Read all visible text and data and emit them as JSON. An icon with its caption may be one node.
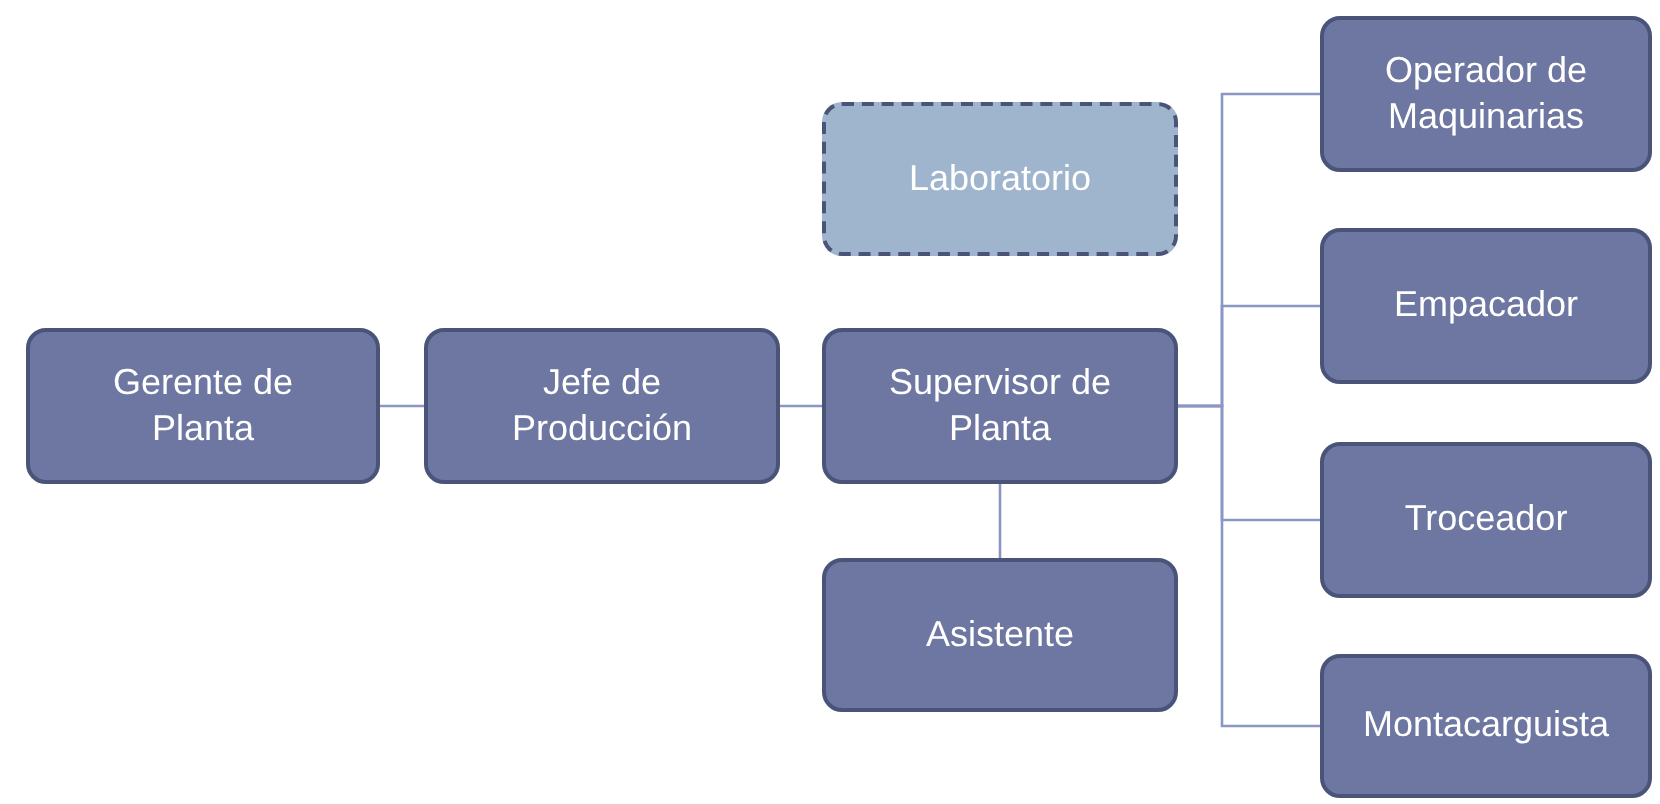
{
  "diagram": {
    "nodes": [
      {
        "text": [
          "Gerente de Planta"
        ]
      },
      {
        "text": [
          "Jefe de Producción"
        ]
      },
      {
        "text": [
          "Laboratorio"
        ]
      },
      {
        "text": [
          "Supervisor de Planta"
        ]
      },
      {
        "text": [
          "Asistente"
        ]
      },
      {
        "text": [
          "Operador de Maquinarias"
        ]
      },
      {
        "text": [
          "Empacador"
        ]
      },
      {
        "text": [
          "Troceador"
        ]
      },
      {
        "text": [
          "Montacarguista"
        ]
      }
    ],
    "edges": [
      {
        "from": 0,
        "to": 1,
        "arrow": "none"
      },
      {
        "from": 1,
        "to": 3,
        "arrow": "none"
      },
      {
        "from": 3,
        "to": 4,
        "arrow": "none"
      },
      {
        "from": 3,
        "to": 5,
        "arrow": "none"
      },
      {
        "from": 3,
        "to": 6,
        "arrow": "none"
      },
      {
        "from": 3,
        "to": 7,
        "arrow": "none"
      },
      {
        "from": 3,
        "to": 8,
        "arrow": "none"
      }
    ]
  }
}
